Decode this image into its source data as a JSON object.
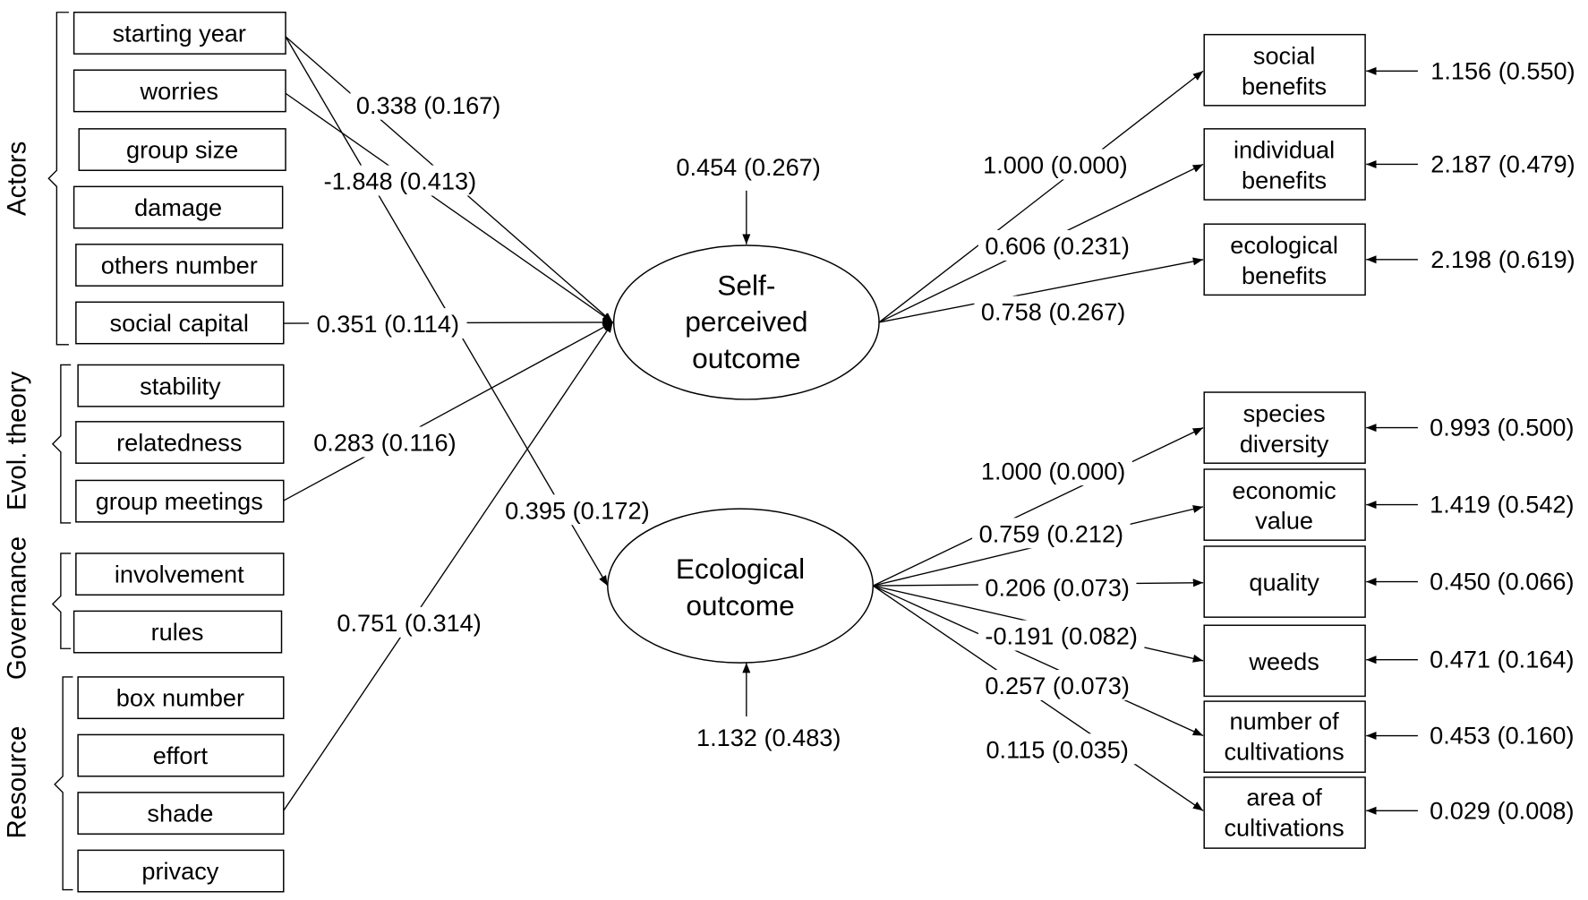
{
  "groups": {
    "actors": "Actors",
    "evol": "Evol. theory",
    "governance": "Governance",
    "resource": "Resource"
  },
  "predictors": {
    "starting_year": "starting year",
    "worries": "worries",
    "group_size": "group size",
    "damage": "damage",
    "others_number": "others number",
    "social_capital": "social capital",
    "stability": "stability",
    "relatedness": "relatedness",
    "group_meetings": "group meetings",
    "involvement": "involvement",
    "rules": "rules",
    "box_number": "box number",
    "effort": "effort",
    "shade": "shade",
    "privacy": "privacy"
  },
  "latents": {
    "self_l1": "Self-",
    "self_l2": "perceived",
    "self_l3": "outcome",
    "eco_l1": "Ecological",
    "eco_l2": "outcome"
  },
  "paths": {
    "starting_year": "0.338 (0.167)",
    "worries": "-1.848 (0.413)",
    "social_capital": "0.351 (0.114)",
    "group_meetings": "0.283 (0.116)",
    "starting_year_eco": "0.395 (0.172)",
    "shade": "0.751 (0.314)"
  },
  "residuals": {
    "self": "0.454 (0.267)",
    "eco": "1.132 (0.483)"
  },
  "self_indicators": [
    {
      "l1": "social",
      "l2": "benefits",
      "loading": "1.000 (0.000)",
      "error": "1.156 (0.550)"
    },
    {
      "l1": "individual",
      "l2": "benefits",
      "loading": "0.606 (0.231)",
      "error": "2.187 (0.479)"
    },
    {
      "l1": "ecological",
      "l2": "benefits",
      "loading": "0.758 (0.267)",
      "error": "2.198 (0.619)"
    }
  ],
  "eco_indicators": [
    {
      "l1": "species",
      "l2": "diversity",
      "loading": "1.000 (0.000)",
      "error": "0.993 (0.500)"
    },
    {
      "l1": "economic",
      "l2": "value",
      "loading": "0.759 (0.212)",
      "error": "1.419 (0.542)"
    },
    {
      "l1": "quality",
      "l2": "",
      "loading": "0.206 (0.073)",
      "error": "0.450 (0.066)"
    },
    {
      "l1": "weeds",
      "l2": "",
      "loading": "-0.191 (0.082)",
      "error": "0.471 (0.164)"
    },
    {
      "l1": "number of",
      "l2": "cultivations",
      "loading": "0.257 (0.073)",
      "error": "0.453 (0.160)"
    },
    {
      "l1": "area of",
      "l2": "cultivations",
      "loading": "0.115 (0.035)",
      "error": "0.029 (0.008)"
    }
  ]
}
